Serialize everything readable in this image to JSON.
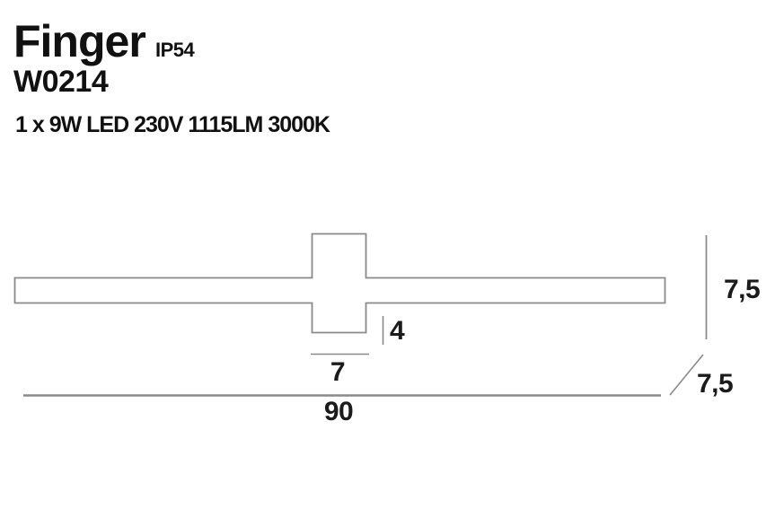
{
  "product": {
    "name": "Finger",
    "ip_rating": "IP54",
    "model": "W0214",
    "specs": "1 x 9W LED 230V 1115LM 3000K"
  },
  "dimensions": {
    "total_width": "90",
    "mount_width": "7",
    "mount_depth": "4",
    "height": "7,5",
    "depth": "7,5"
  },
  "drawing": {
    "view": "front elevation of linear wall lamp with central mounting block",
    "line_color": "#8a8a8a",
    "text_color": "#111111",
    "background_color": "#ffffff"
  }
}
